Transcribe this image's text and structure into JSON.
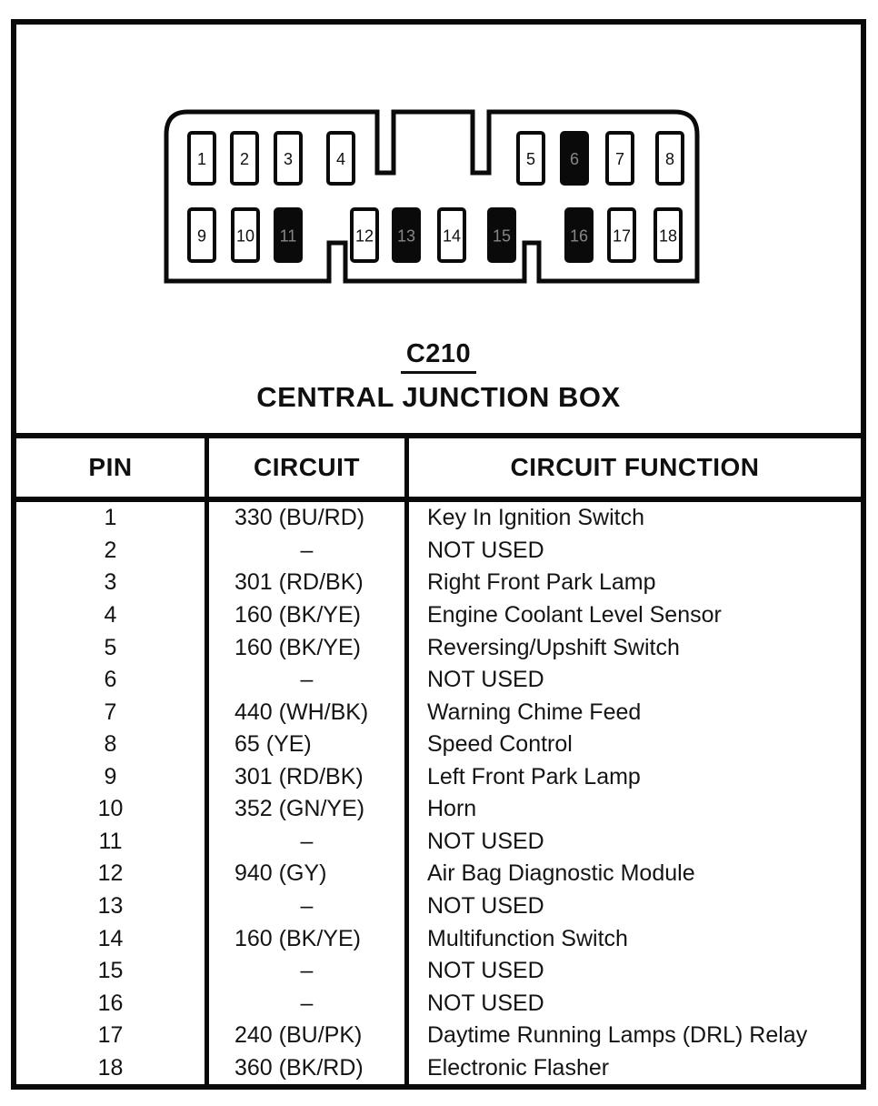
{
  "connector": {
    "code": "C210",
    "name": "CENTRAL JUNCTION BOX",
    "pins": [
      {
        "n": "1",
        "filled": false
      },
      {
        "n": "2",
        "filled": false
      },
      {
        "n": "3",
        "filled": false
      },
      {
        "n": "4",
        "filled": false
      },
      {
        "n": "5",
        "filled": false
      },
      {
        "n": "6",
        "filled": true
      },
      {
        "n": "7",
        "filled": false
      },
      {
        "n": "8",
        "filled": false
      },
      {
        "n": "9",
        "filled": false
      },
      {
        "n": "10",
        "filled": false
      },
      {
        "n": "11",
        "filled": true
      },
      {
        "n": "12",
        "filled": false
      },
      {
        "n": "13",
        "filled": true
      },
      {
        "n": "14",
        "filled": false
      },
      {
        "n": "15",
        "filled": true
      },
      {
        "n": "16",
        "filled": true
      },
      {
        "n": "17",
        "filled": false
      },
      {
        "n": "18",
        "filled": false
      }
    ]
  },
  "table": {
    "headers": {
      "pin": "PIN",
      "circuit": "CIRCUIT",
      "function": "CIRCUIT FUNCTION"
    },
    "rows": [
      {
        "pin": "1",
        "circuit": "330 (BU/RD)",
        "function": "Key In Ignition Switch"
      },
      {
        "pin": "2",
        "circuit": "–",
        "function": "NOT USED"
      },
      {
        "pin": "3",
        "circuit": "301 (RD/BK)",
        "function": "Right Front Park Lamp"
      },
      {
        "pin": "4",
        "circuit": "160 (BK/YE)",
        "function": "Engine Coolant Level Sensor"
      },
      {
        "pin": "5",
        "circuit": "160 (BK/YE)",
        "function": "Reversing/Upshift Switch"
      },
      {
        "pin": "6",
        "circuit": "–",
        "function": "NOT USED"
      },
      {
        "pin": "7",
        "circuit": "440 (WH/BK)",
        "function": "Warning Chime Feed"
      },
      {
        "pin": "8",
        "circuit": "65 (YE)",
        "function": "Speed Control"
      },
      {
        "pin": "9",
        "circuit": "301 (RD/BK)",
        "function": "Left Front Park Lamp"
      },
      {
        "pin": "10",
        "circuit": "352 (GN/YE)",
        "function": "Horn"
      },
      {
        "pin": "11",
        "circuit": "–",
        "function": "NOT USED"
      },
      {
        "pin": "12",
        "circuit": "940 (GY)",
        "function": "Air Bag Diagnostic Module"
      },
      {
        "pin": "13",
        "circuit": "–",
        "function": "NOT USED"
      },
      {
        "pin": "14",
        "circuit": "160 (BK/YE)",
        "function": "Multifunction Switch"
      },
      {
        "pin": "15",
        "circuit": "–",
        "function": "NOT USED"
      },
      {
        "pin": "16",
        "circuit": "–",
        "function": "NOT USED"
      },
      {
        "pin": "17",
        "circuit": "240 (BU/PK)",
        "function": "Daytime Running Lamps (DRL) Relay"
      },
      {
        "pin": "18",
        "circuit": "360 (BK/RD)",
        "function": "Electronic Flasher"
      }
    ]
  },
  "colors": {
    "ink": "#0a0a0a",
    "paper": "#ffffff",
    "filled_pin": "#0a0a0a"
  }
}
